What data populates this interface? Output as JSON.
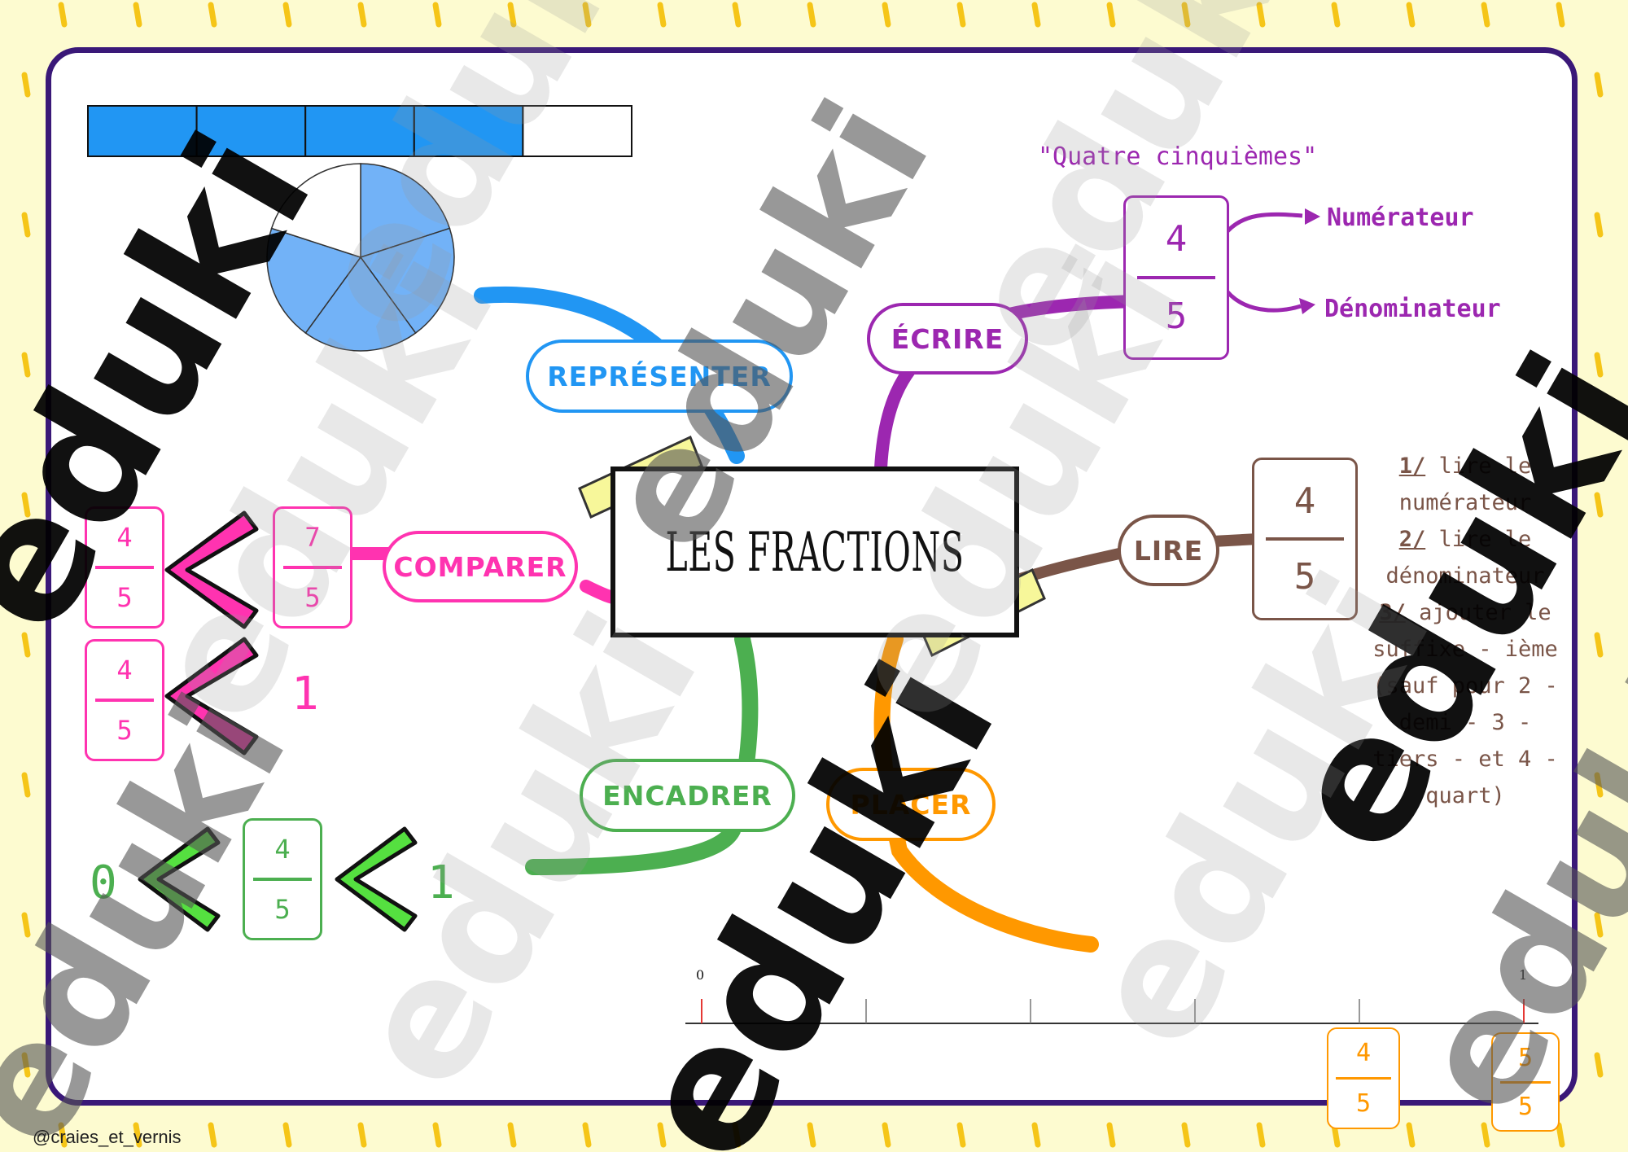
{
  "title": "LES FRACTIONS",
  "branches": {
    "representer": "REPRÉSENTER",
    "ecrire": "ÉCRIRE",
    "comparer": "COMPARER",
    "lire": "LIRE",
    "encadrer": "ENCADRER",
    "placer": "PLACER"
  },
  "colors": {
    "representer": "#2196f3",
    "ecrire": "#9c27b0",
    "comparer": "#ff33b0",
    "lire": "#7a5548",
    "encadrer": "#4caf50",
    "placer": "#ff9800",
    "border": "#3a1878",
    "background": "#fdfbd0"
  },
  "ecrire": {
    "quote": "\"Quatre cinquièmes\"",
    "numerator": "4",
    "denominator": "5",
    "numerator_label": "Numérateur",
    "denominator_label": "Dénominateur"
  },
  "representer": {
    "bar_total_parts": 5,
    "bar_filled_parts": 4,
    "pie_total_parts": 5,
    "pie_filled_parts": 4
  },
  "comparer": {
    "row1": {
      "left_num": "4",
      "left_den": "5",
      "right_num": "7",
      "right_den": "5"
    },
    "row2": {
      "left_num": "4",
      "left_den": "5",
      "right": "1"
    }
  },
  "lire": {
    "numerator": "4",
    "denominator": "5",
    "steps": [
      {
        "marker": "1/",
        "text": "lire le numérateur"
      },
      {
        "marker": "2/",
        "text": "lire le dénominateur"
      },
      {
        "marker": "3/",
        "text": "ajouter le suffixe - ième (sauf pour 2 - demi - 3 - tiers - et 4 - quart)"
      }
    ]
  },
  "encadrer": {
    "low": "0",
    "numerator": "4",
    "denominator": "5",
    "high": "1"
  },
  "placer": {
    "axis_start": "0",
    "axis_end": "1",
    "divisions": 5,
    "frac_a": {
      "num": "4",
      "den": "5"
    },
    "frac_b": {
      "num": "5",
      "den": "5"
    }
  },
  "watermark": "eduki",
  "credit": "@craies_et_vernis"
}
